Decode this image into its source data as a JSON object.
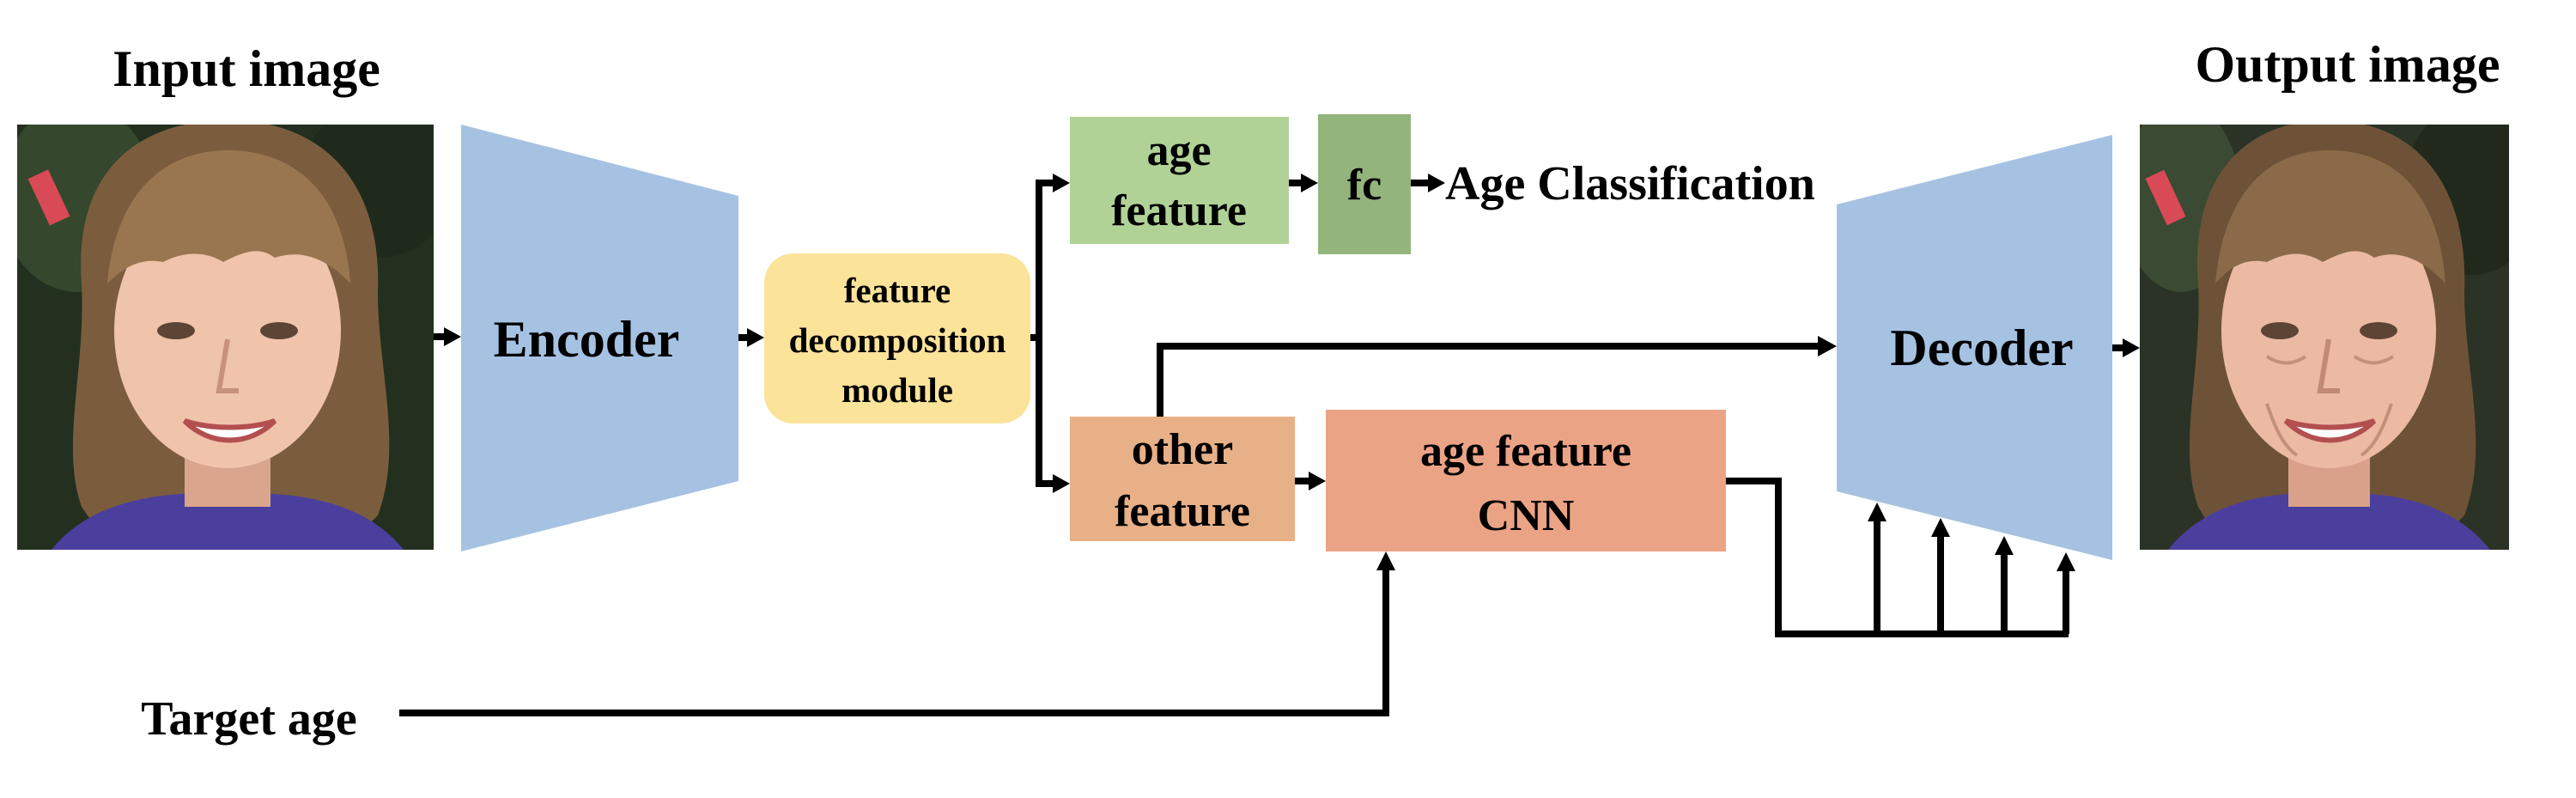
{
  "labels": {
    "input_image": "Input image",
    "output_image": "Output image",
    "encoder": "Encoder",
    "decoder": "Decoder",
    "feature_module": [
      "feature",
      "decomposition",
      "module"
    ],
    "age_feature": [
      "age",
      "feature"
    ],
    "fc": "fc",
    "age_classification": "Age Classification",
    "other_feature": [
      "other",
      "feature"
    ],
    "age_feature_cnn": [
      "age feature",
      "CNN"
    ],
    "target_age": "Target age"
  },
  "colors": {
    "encoder": "#a6c2e3",
    "decoder": "#a6c2e3",
    "feature_module": "#fbe39a",
    "age_feature": "#b1d297",
    "fc": "#93b47b",
    "other_feature": "#e8b086",
    "age_feature_cnn": "#eba386",
    "arrow": "#000000"
  },
  "images": {
    "input": "young-woman-face-photo",
    "output": "aged-woman-face-photo"
  }
}
